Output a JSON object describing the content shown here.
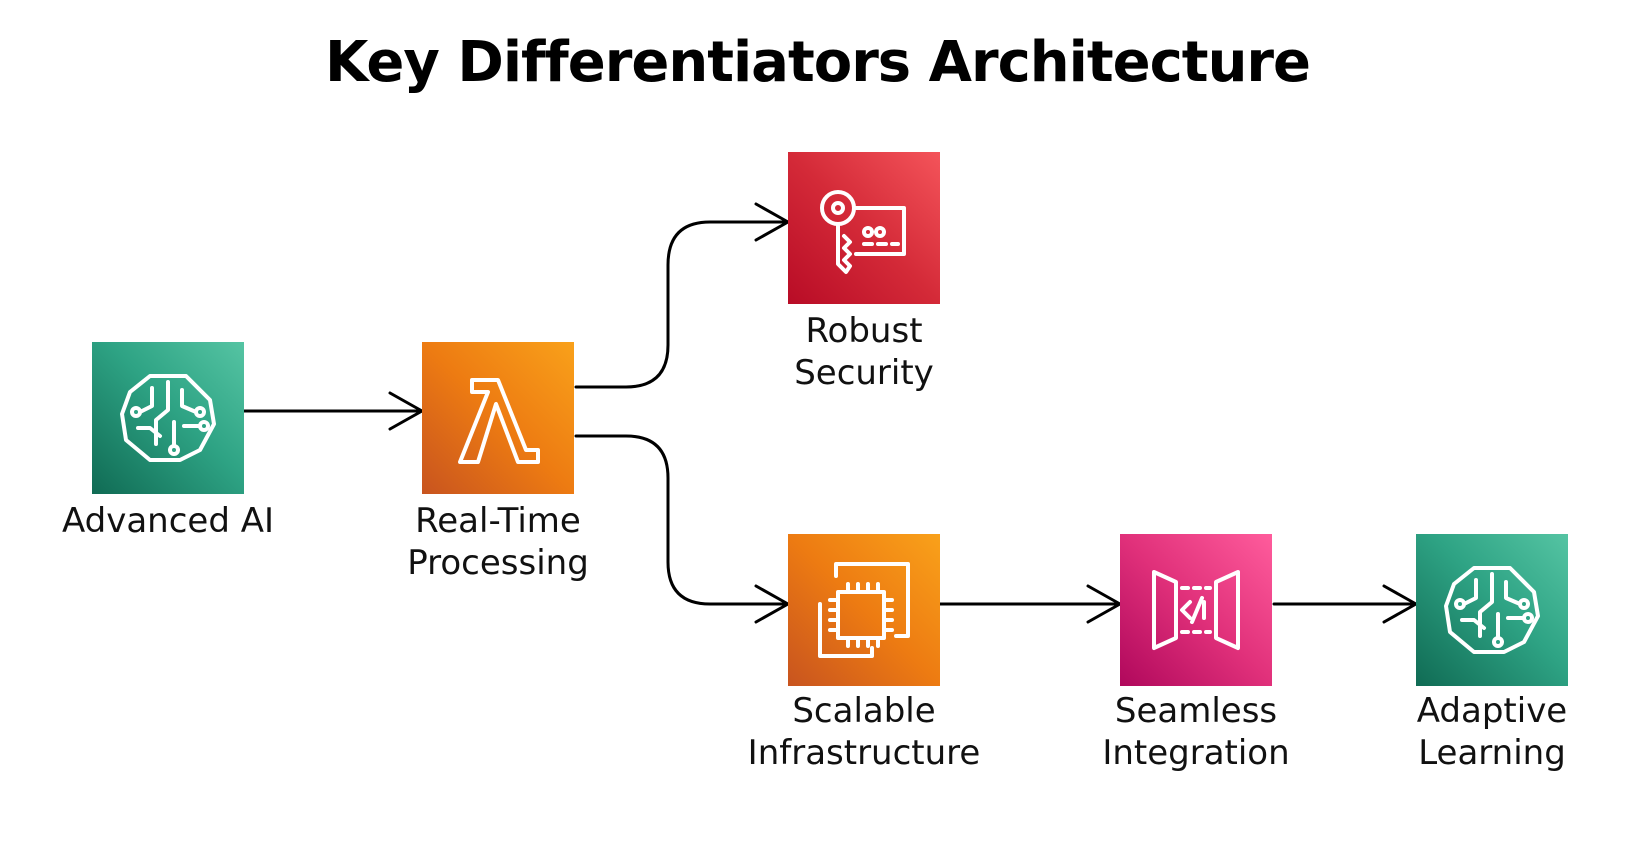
{
  "title": "Key Differentiators Architecture",
  "nodes": {
    "advanced_ai": {
      "lines": [
        "Advanced AI"
      ],
      "icon": "brain-circuit-icon",
      "color": "#2ea384"
    },
    "real_time": {
      "lines": [
        "Real-Time",
        "Processing"
      ],
      "icon": "lambda-icon",
      "color": "#ed7b12"
    },
    "security": {
      "lines": [
        "Robust",
        "Security"
      ],
      "icon": "key-card-icon",
      "color": "#d42a38"
    },
    "infrastructure": {
      "lines": [
        "Scalable",
        "Infrastructure"
      ],
      "icon": "chip-icon",
      "color": "#ed7b12"
    },
    "integration": {
      "lines": [
        "Seamless",
        "Integration"
      ],
      "icon": "api-gateway-icon",
      "color": "#e0307a"
    },
    "learning": {
      "lines": [
        "Adaptive",
        "Learning"
      ],
      "icon": "brain-circuit-icon",
      "color": "#2ea384"
    }
  },
  "edges": [
    {
      "from": "advanced_ai",
      "to": "real_time"
    },
    {
      "from": "real_time",
      "to": "security"
    },
    {
      "from": "real_time",
      "to": "infrastructure"
    },
    {
      "from": "infrastructure",
      "to": "integration"
    },
    {
      "from": "integration",
      "to": "learning"
    }
  ]
}
